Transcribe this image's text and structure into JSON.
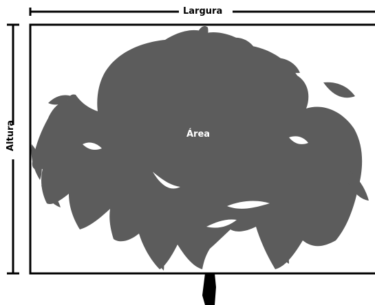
{
  "labels": {
    "width": "Largura",
    "height": "Altura",
    "area": "Área"
  },
  "colors": {
    "canopy": "#5c5c5c",
    "lines": "#000000",
    "trunk": "#000000",
    "background": "#ffffff",
    "area_label": "#ffffff"
  },
  "icons": [
    "tree-canopy-silhouette",
    "trunk"
  ]
}
